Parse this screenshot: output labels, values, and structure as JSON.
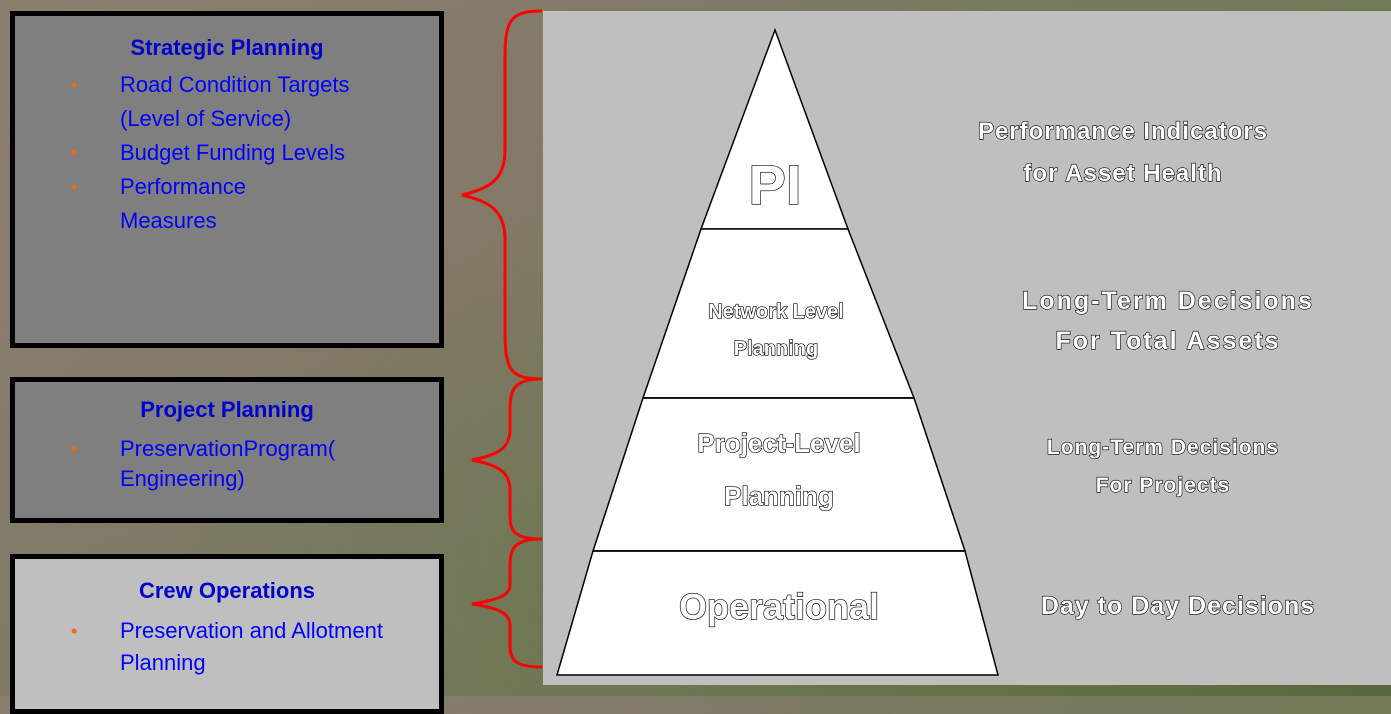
{
  "panels": {
    "strategic": {
      "title": "Strategic Planning",
      "items": [
        "Road Condition Targets (Level of Service)",
        "Budget Funding Levels",
        "Performance Measures"
      ]
    },
    "project": {
      "title": "Project Planning",
      "items": [
        "PreservationProgram( Engineering)"
      ]
    },
    "crew": {
      "title": "Crew Operations",
      "items": [
        "Preservation and Allotment Planning"
      ]
    }
  },
  "pyramid": {
    "levels": [
      {
        "label": "PI"
      },
      {
        "label_line1": "Network Level",
        "label_line2": "Planning"
      },
      {
        "label_line1": "Project-Level",
        "label_line2": "Planning"
      },
      {
        "label": "Operational"
      }
    ]
  },
  "descriptions": {
    "pi": {
      "line1": "Performance Indicators",
      "line2": "for Asset Health"
    },
    "network": {
      "line1": "Long-Term Decisions",
      "line2": "For Total Assets"
    },
    "project": {
      "line1": "Long-Term Decisions",
      "line2": "For Projects"
    },
    "operational": {
      "line1": "Day to Day Decisions"
    }
  },
  "colors": {
    "bracket": "#ff0000",
    "bullet": "#ff6600",
    "panel_text": "#0000ff",
    "diagram_bg": "#bfbfbf"
  }
}
